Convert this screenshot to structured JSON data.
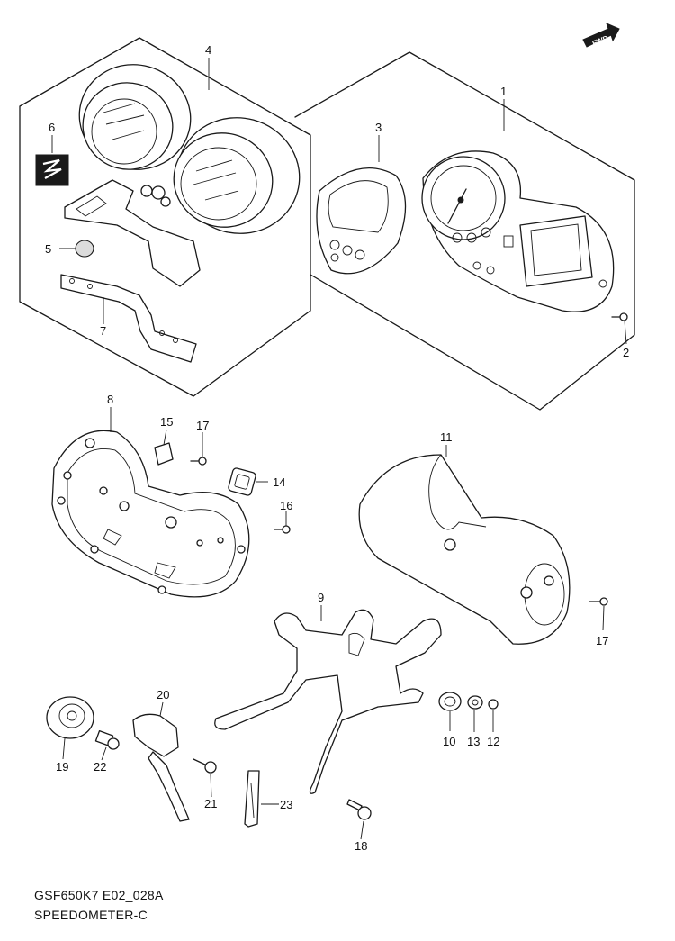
{
  "fwd_label": "FWD",
  "footer": {
    "code": "GSF650K7 E02_028A",
    "title": "SPEEDOMETER-C"
  },
  "callouts": {
    "p1": "1",
    "p2": "2",
    "p3": "3",
    "p4": "4",
    "p5": "5",
    "p6": "6",
    "p7": "7",
    "p8": "8",
    "p9": "9",
    "p10": "10",
    "p11": "11",
    "p12": "12",
    "p13": "13",
    "p14": "14",
    "p15": "15",
    "p16": "16",
    "p17a": "17",
    "p17b": "17",
    "p18": "18",
    "p19": "19",
    "p20": "20",
    "p21": "21",
    "p22": "22",
    "p23": "23"
  }
}
